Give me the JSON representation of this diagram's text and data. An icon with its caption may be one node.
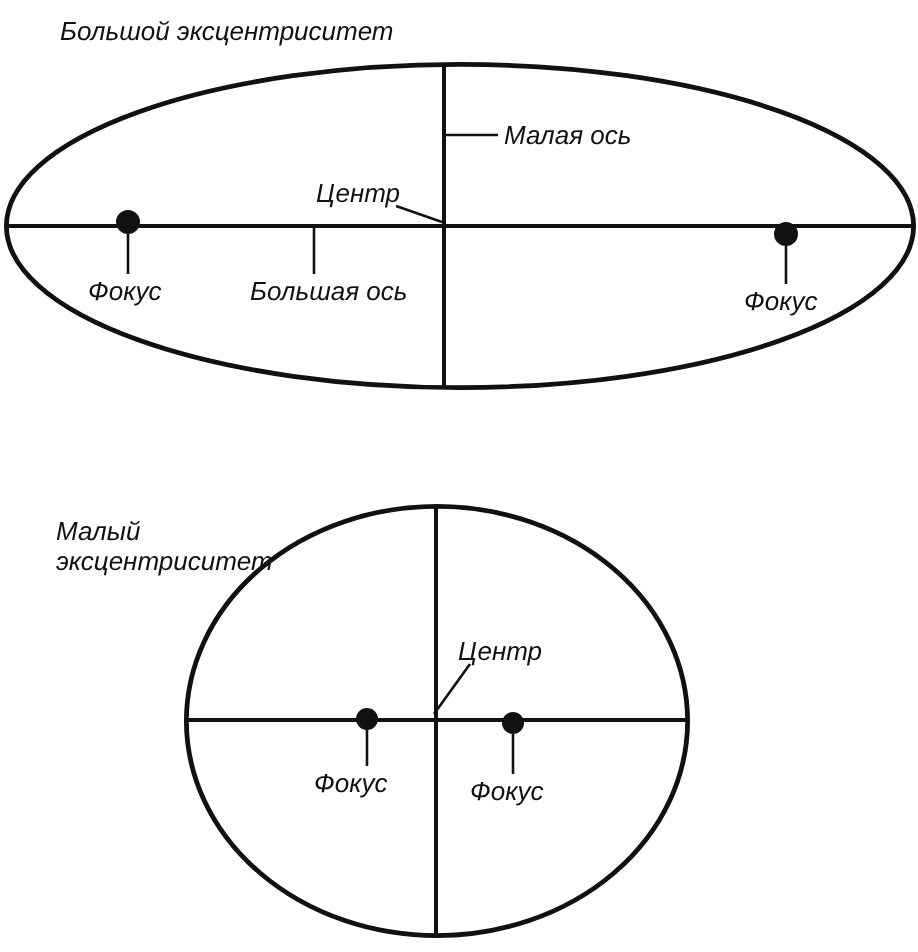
{
  "diagram": {
    "nodes": [
      {
        "text": [],
        "shape": "ellipse"
      },
      {
        "text": [],
        "shape": "line",
        "in": 0
      },
      {
        "text": [],
        "shape": "line",
        "in": 0
      },
      {
        "text": [
          "Малая ось"
        ],
        "in": 0
      },
      {
        "text": [
          "Центр"
        ],
        "in": 0
      },
      {
        "text": [],
        "shape": "circle",
        "in": 0
      },
      {
        "text": [],
        "shape": "circle",
        "in": 0
      },
      {
        "text": [
          "Фокус"
        ],
        "in": 0
      },
      {
        "text": [
          "Большая ось"
        ],
        "in": 0
      },
      {
        "text": [
          "Фокус"
        ],
        "in": 0
      },
      {
        "text": [],
        "shape": "ellipse"
      },
      {
        "text": [],
        "shape": "line",
        "in": 10
      },
      {
        "text": [],
        "shape": "line",
        "in": 10
      },
      {
        "text": [
          "Центр"
        ],
        "in": 10
      },
      {
        "text": [],
        "shape": "circle",
        "in": 10
      },
      {
        "text": [],
        "shape": "circle",
        "in": 10
      },
      {
        "text": [
          "Фокус"
        ],
        "in": 10
      },
      {
        "text": [
          "Фокус"
        ],
        "in": 10
      }
    ],
    "edges": [
      {
        "from": 3,
        "to": 2,
        "arrow": "none"
      },
      {
        "from": 4,
        "to": 2,
        "arrow": "none"
      },
      {
        "from": 7,
        "to": 5,
        "arrow": "none"
      },
      {
        "from": 8,
        "to": 1,
        "arrow": "none"
      },
      {
        "from": 9,
        "to": 6,
        "arrow": "none"
      },
      {
        "from": 13,
        "to": 12,
        "arrow": "none"
      },
      {
        "from": 16,
        "to": 14,
        "arrow": "none"
      },
      {
        "from": 17,
        "to": 15,
        "arrow": "none"
      }
    ],
    "labels": [
      "Большой эксцентриситет",
      "Малый эксцентриситет"
    ]
  }
}
